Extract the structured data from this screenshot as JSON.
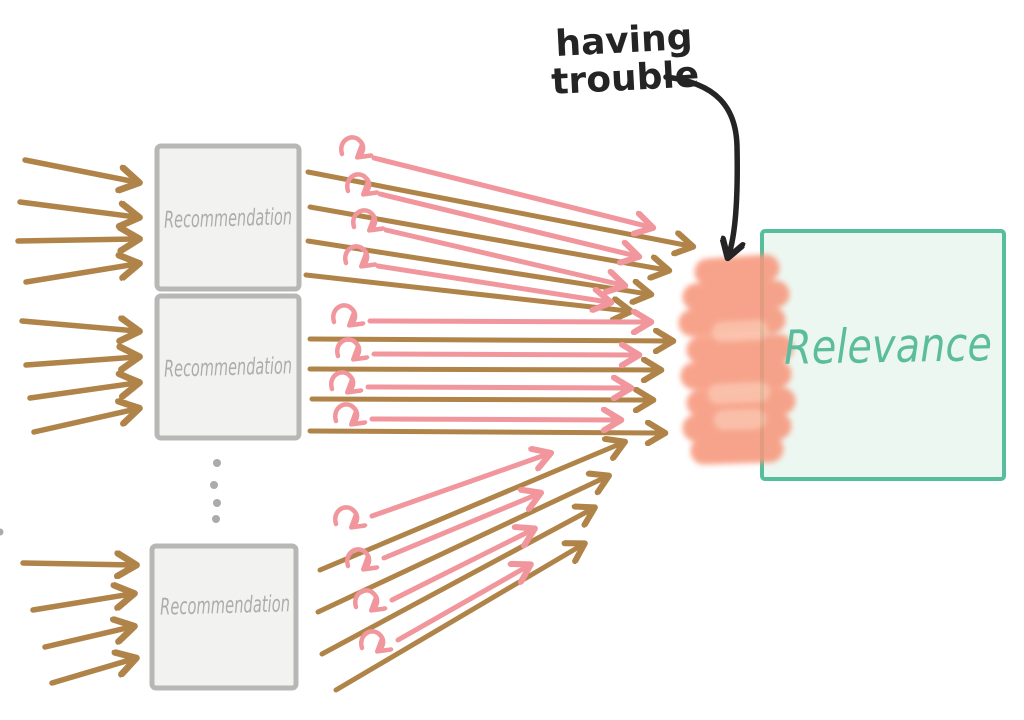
{
  "page": {
    "background": "#FFFFFF",
    "kind": "hand-drawn sketch diagram"
  },
  "nodes": {
    "box1": {
      "label": "Recommendation"
    },
    "box2": {
      "label": "Recommendation"
    },
    "box3": {
      "label": "Recommendation"
    },
    "relevance": {
      "label": "Relevance"
    }
  },
  "annotation": {
    "text": "having trouble",
    "line1": "having",
    "line2": "trouble"
  },
  "ellipsis": {
    "dot_count": 5
  },
  "arrows": {
    "input_arrows_per_box": 4,
    "output_pink_loop_arrows_per_box": 4,
    "output_brown_arrows_per_box": 4,
    "annotation_arrow": "curved black arrow pointing down at blob"
  },
  "colors": {
    "brown_arrow": "#B08449",
    "pink_arrow": "#F0969C",
    "teal_border": "#56BD9D",
    "teal_fill": "#EDF7F1",
    "teal_text": "#5BBD9C",
    "gray_box_border": "#B7B7B5",
    "gray_box_fill": "#F2F2F0",
    "gray_label_text": "#ACACAA",
    "annotation_black": "#242424",
    "blob_salmon": "#F7977B",
    "blob_light": "#FBC2AA",
    "ellipsis_dot": "#ABABA9"
  }
}
